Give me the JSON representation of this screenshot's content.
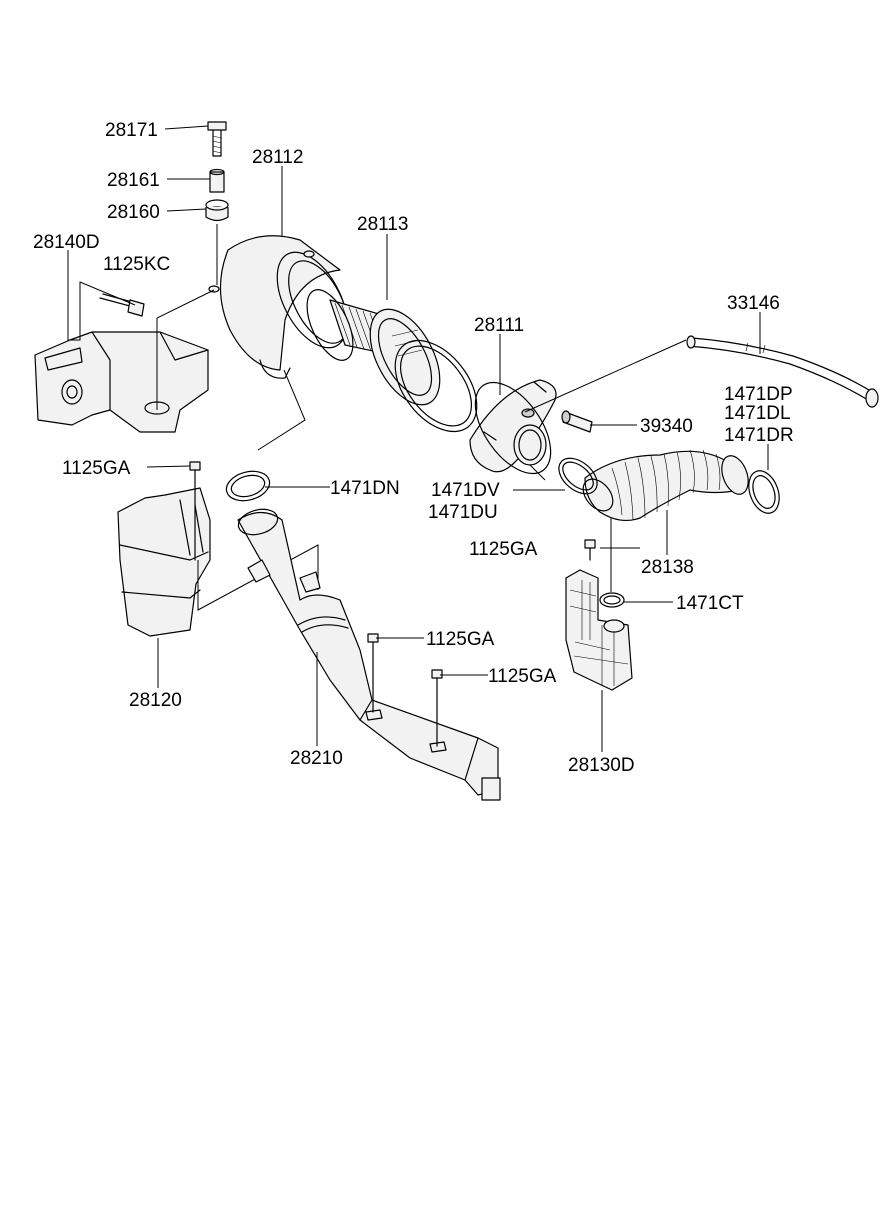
{
  "labels": {
    "p28171": "28171",
    "p28161": "28161",
    "p28160": "28160",
    "p28112": "28112",
    "p28113": "28113",
    "p28140D": "28140D",
    "p1125KC": "1125KC",
    "p28111": "28111",
    "p33146": "33146",
    "p1471DP": "1471DP",
    "p1471DL": "1471DL",
    "p1471DR": "1471DR",
    "p39340": "39340",
    "p1125GA_left": "1125GA",
    "p1471DN": "1471DN",
    "p1471DV": "1471DV",
    "p1471DU": "1471DU",
    "p1125GA_right": "1125GA",
    "p28138": "28138",
    "p1471CT": "1471CT",
    "p1125GA_mid": "1125GA",
    "p1125GA_low": "1125GA",
    "p28120": "28120",
    "p28210": "28210",
    "p28130D": "28130D"
  }
}
